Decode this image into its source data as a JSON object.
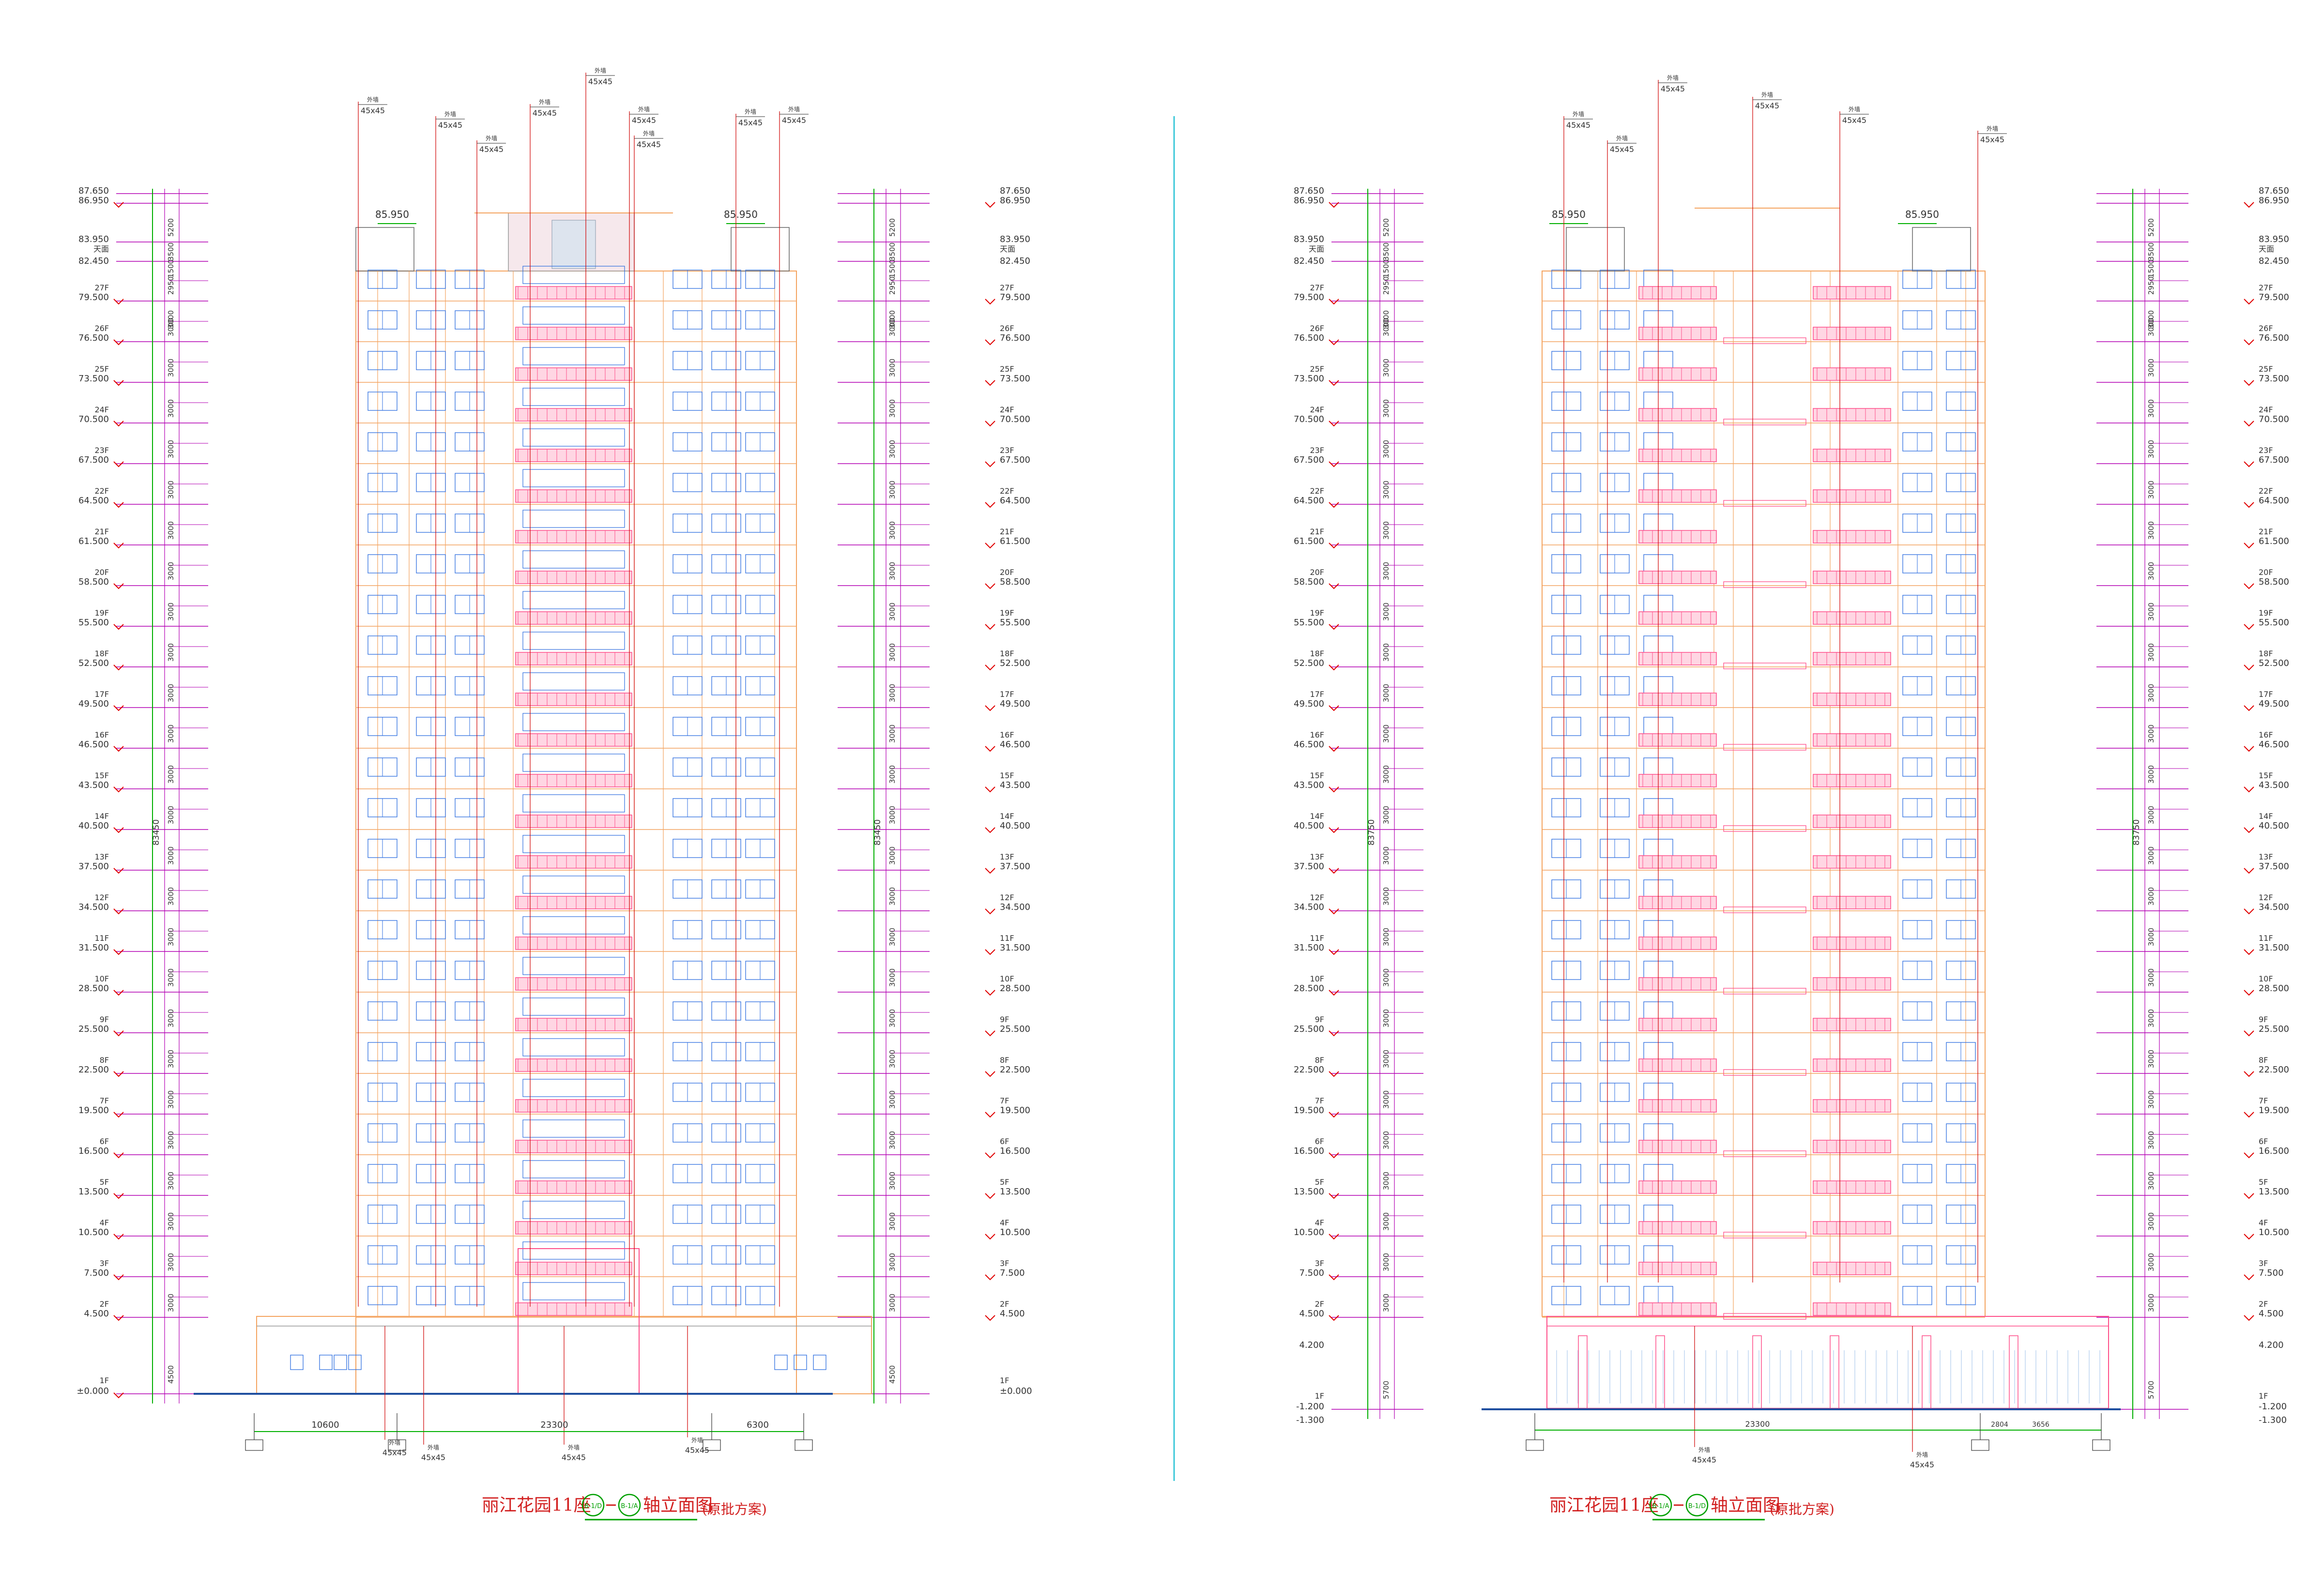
{
  "title_left": "丽江花园11座",
  "title_left_axis_from": "B-1/D",
  "title_left_axis_to": "B-1/A",
  "title_left_tail": "轴立面图",
  "title_right": "丽江花园11座",
  "title_right_axis_from": "B-1/A",
  "title_right_axis_to": "B-1/D",
  "title_right_tail": "轴立面图",
  "title_note": "(原批方案)",
  "top_elevations": [
    "87.650",
    "86.950"
  ],
  "roof_elevations": [
    "83.950",
    "82.450"
  ],
  "roof_label": "天面",
  "floors": [
    {
      "label": "27F",
      "elev": "79.500"
    },
    {
      "label": "26F",
      "elev": "76.500"
    },
    {
      "label": "25F",
      "elev": "73.500"
    },
    {
      "label": "24F",
      "elev": "70.500"
    },
    {
      "label": "23F",
      "elev": "67.500"
    },
    {
      "label": "22F",
      "elev": "64.500"
    },
    {
      "label": "21F",
      "elev": "61.500"
    },
    {
      "label": "20F",
      "elev": "58.500"
    },
    {
      "label": "19F",
      "elev": "55.500"
    },
    {
      "label": "18F",
      "elev": "52.500"
    },
    {
      "label": "17F",
      "elev": "49.500"
    },
    {
      "label": "16F",
      "elev": "46.500"
    },
    {
      "label": "15F",
      "elev": "43.500"
    },
    {
      "label": "14F",
      "elev": "40.500"
    },
    {
      "label": "13F",
      "elev": "37.500"
    },
    {
      "label": "12F",
      "elev": "34.500"
    },
    {
      "label": "11F",
      "elev": "31.500"
    },
    {
      "label": "10F",
      "elev": "28.500"
    },
    {
      "label": "9F",
      "elev": "25.500"
    },
    {
      "label": "8F",
      "elev": "22.500"
    },
    {
      "label": "7F",
      "elev": "19.500"
    },
    {
      "label": "6F",
      "elev": "16.500"
    },
    {
      "label": "5F",
      "elev": "13.500"
    },
    {
      "label": "4F",
      "elev": "10.500"
    },
    {
      "label": "3F",
      "elev": "7.500"
    },
    {
      "label": "2F",
      "elev": "4.500"
    }
  ],
  "ground_left": {
    "label": "1F",
    "elev": "±0.000"
  },
  "ground_right": {
    "label": "1F",
    "elev": "-1.200",
    "extra": "4.200",
    "base": "-1.300"
  },
  "dims_left": [
    "5200",
    "3500",
    "1500",
    "2950",
    "3000"
  ],
  "dims_total_left": "83450",
  "dims_total_right": "83750",
  "dims_ground_left": "4500",
  "dims_ground_right": "5700",
  "roof_top_label": "85.950",
  "bottom_dims_left": [
    "10600",
    "23300",
    "6300"
  ],
  "bottom_dims_right": [
    "23300",
    "2804",
    "3656"
  ],
  "callout_text": "45x45",
  "callout_small": "外墙",
  "colors": {
    "outline": "#f4a460",
    "balcony": "#ff4f8a",
    "window": "#2f6fe0",
    "dim": "#b300b3",
    "level": "#e00000",
    "green": "#00b000",
    "axis_line": "#d00000",
    "title": "#d22020",
    "ground": "#1f4fa0",
    "divider": "#3ac7d8"
  }
}
